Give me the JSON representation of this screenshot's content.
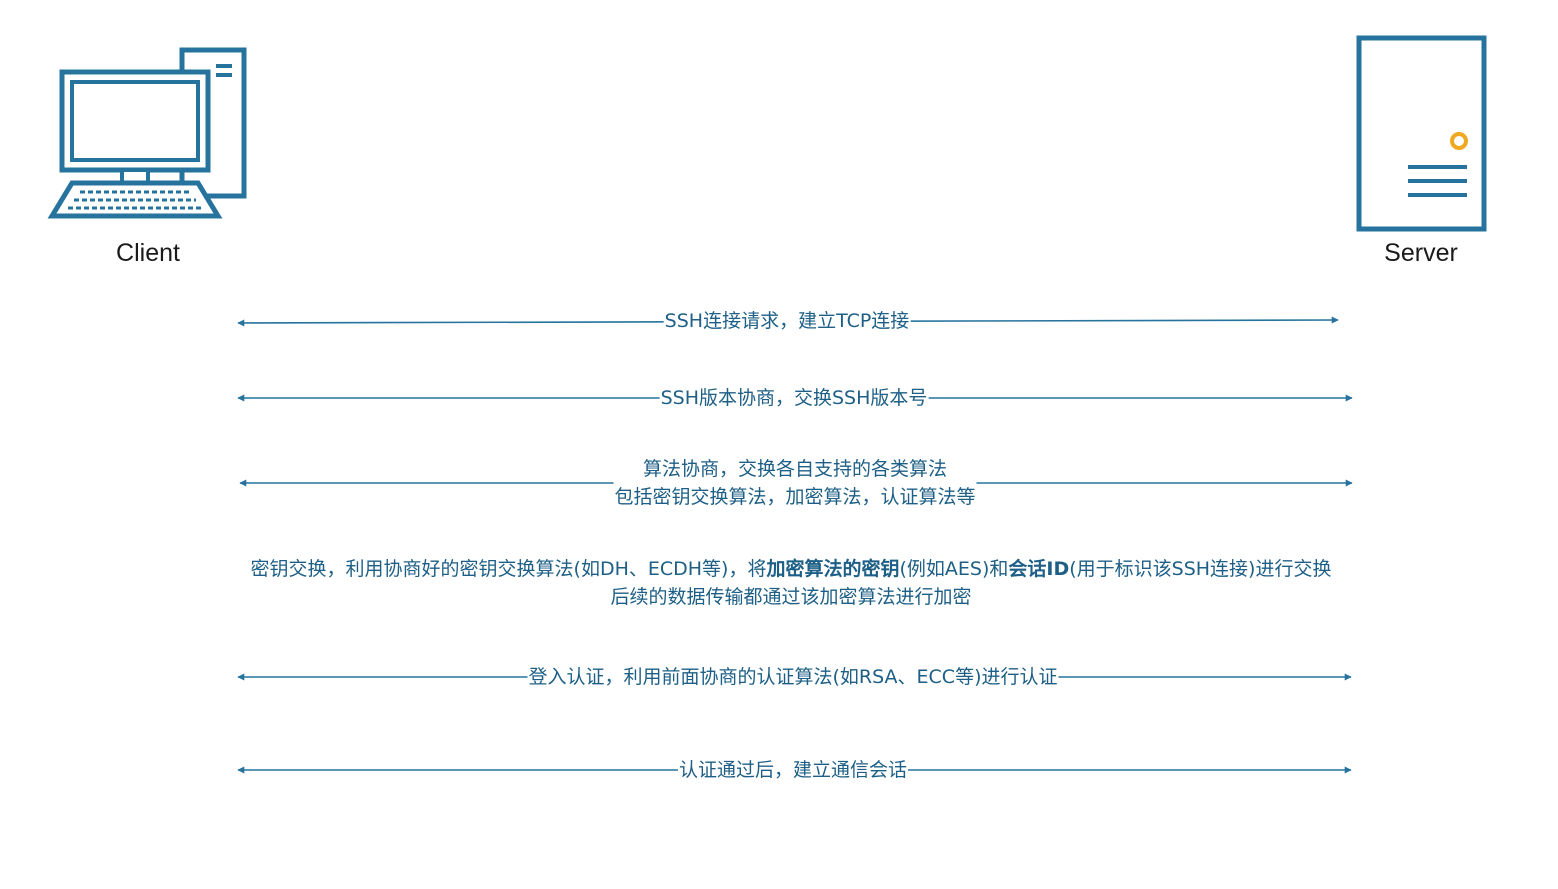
{
  "actors": {
    "client": {
      "label": "Client",
      "icon": "desktop-computer-icon"
    },
    "server": {
      "label": "Server",
      "icon": "server-tower-icon"
    }
  },
  "colors": {
    "primary": "#26739e",
    "text": "#1d5f86",
    "accent": "#f0a823",
    "label": "#1a1a1a"
  },
  "steps": [
    {
      "text": "SSH连接请求，建立TCP连接",
      "arrow": "both"
    },
    {
      "text": "SSH版本协商，交换SSH版本号",
      "arrow": "both"
    },
    {
      "line1": "算法协商，交换各自支持的各类算法",
      "line2": "包括密钥交换算法，加密算法，认证算法等",
      "arrow": "both"
    },
    {
      "line1_a": "密钥交换，利用协商好的密钥交换算法(如DH、ECDH等)，将",
      "line1_b": "加密算法的密钥",
      "line1_c": "(例如AES)和",
      "line1_d": "会话ID",
      "line1_e": "(用于标识该SSH连接)进行交换",
      "line2": "后续的数据传输都通过该加密算法进行加密",
      "arrow": "none"
    },
    {
      "text": "登入认证，利用前面协商的认证算法(如RSA、ECC等)进行认证",
      "arrow": "both"
    },
    {
      "text": "认证通过后，建立通信会话",
      "arrow": "both"
    }
  ]
}
